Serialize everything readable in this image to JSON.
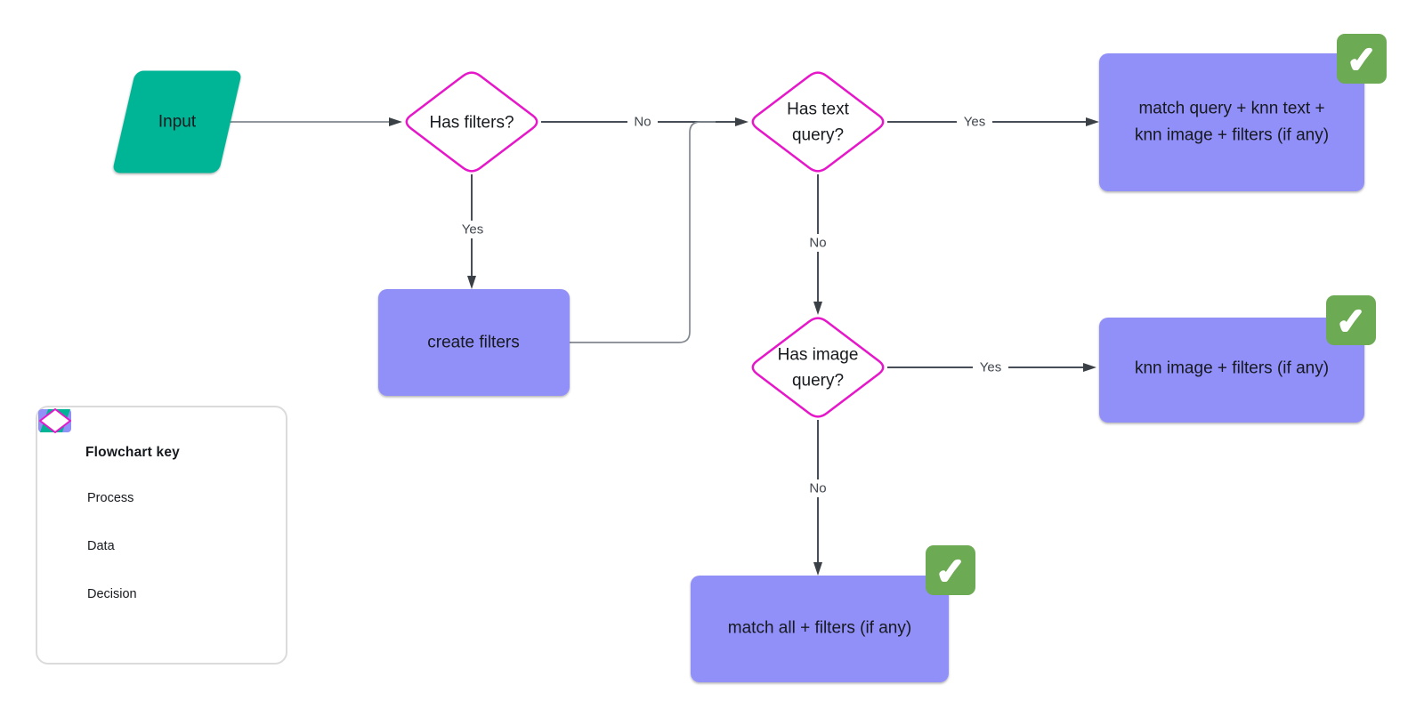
{
  "colors": {
    "process": "#918ff8",
    "data": "#00b596",
    "decision": "#e617c9",
    "check_green": "#6caa53"
  },
  "icons": {
    "check": "✓"
  },
  "nodes": {
    "input": {
      "type": "data",
      "label": "Input"
    },
    "has_filters": {
      "type": "decision",
      "label": "Has filters?"
    },
    "create_filters": {
      "type": "process",
      "label": "create filters"
    },
    "has_text_query": {
      "type": "decision",
      "lines": [
        "Has text",
        "query?"
      ]
    },
    "match_query_knn_text_image": {
      "type": "process",
      "checked": true,
      "lines": [
        "match query + knn text +",
        "knn image + filters (if any)"
      ]
    },
    "has_image_query": {
      "type": "decision",
      "lines": [
        "Has image",
        "query?"
      ]
    },
    "knn_image_filters": {
      "type": "process",
      "checked": true,
      "label": "knn image + filters (if any)"
    },
    "match_all_filters": {
      "type": "process",
      "checked": true,
      "label": "match all + filters (if any)"
    }
  },
  "edge_labels": {
    "has_filters_yes": "Yes",
    "has_filters_no": "No",
    "has_text_query_yes": "Yes",
    "has_text_query_no": "No",
    "has_image_query_yes": "Yes",
    "has_image_query_no": "No"
  },
  "legend": {
    "title": "Flowchart key",
    "items": [
      {
        "label": "Process"
      },
      {
        "label": "Data"
      },
      {
        "label": "Decision"
      }
    ]
  }
}
